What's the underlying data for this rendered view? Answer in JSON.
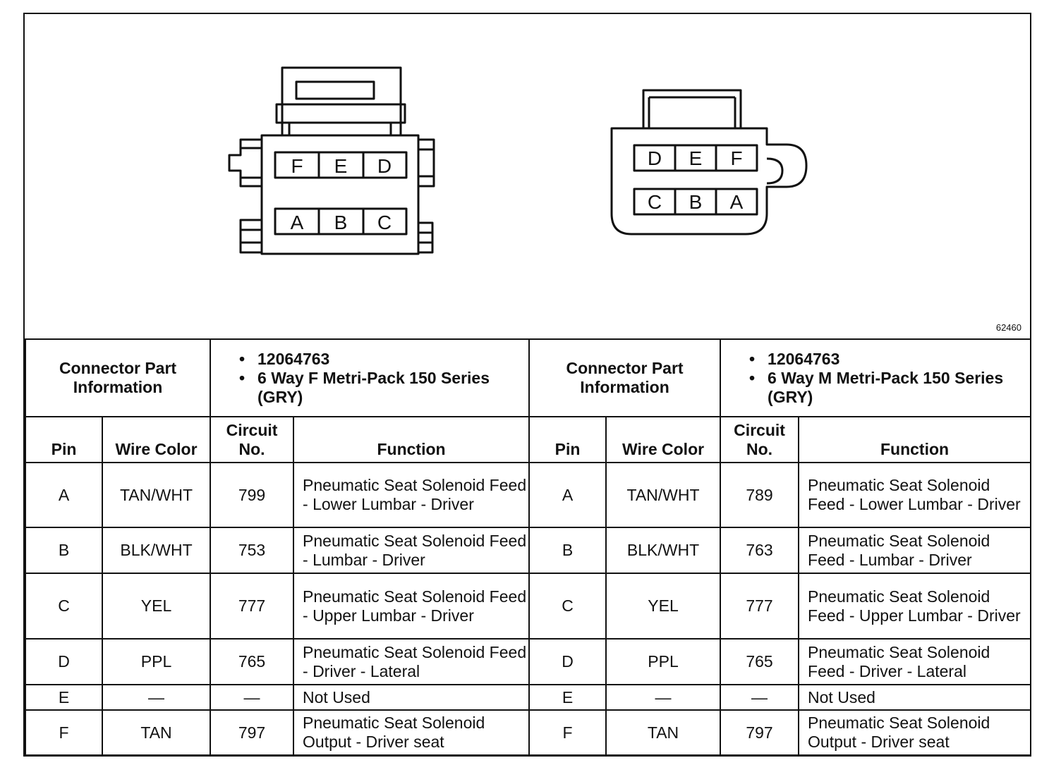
{
  "figure": {
    "figure_id": "62460",
    "female_connector_pins": {
      "top_row": [
        "F",
        "E",
        "D"
      ],
      "bottom_row": [
        "A",
        "B",
        "C"
      ]
    },
    "male_connector_pins": {
      "top_row": [
        "D",
        "E",
        "F"
      ],
      "bottom_row": [
        "C",
        "B",
        "A"
      ]
    }
  },
  "connectors": [
    {
      "info_title": "Connector Part Information",
      "part_number": "12064763",
      "description": "6 Way F Metri-Pack 150 Series (GRY)",
      "headers": {
        "pin": "Pin",
        "wire_color": "Wire Color",
        "circuit": "Circuit No.",
        "function": "Function"
      },
      "rows": [
        {
          "pin": "A",
          "wire_color": "TAN/WHT",
          "circuit": "799",
          "function": "Pneumatic Seat Solenoid Feed - Lower Lumbar - Driver"
        },
        {
          "pin": "B",
          "wire_color": "BLK/WHT",
          "circuit": "753",
          "function": "Pneumatic Seat Solenoid Feed - Lumbar - Driver"
        },
        {
          "pin": "C",
          "wire_color": "YEL",
          "circuit": "777",
          "function": "Pneumatic Seat Solenoid Feed - Upper Lumbar - Driver"
        },
        {
          "pin": "D",
          "wire_color": "PPL",
          "circuit": "765",
          "function": "Pneumatic Seat Solenoid Feed - Driver - Lateral"
        },
        {
          "pin": "E",
          "wire_color": "—",
          "circuit": "—",
          "function": "Not Used"
        },
        {
          "pin": "F",
          "wire_color": "TAN",
          "circuit": "797",
          "function": "Pneumatic Seat Solenoid Output - Driver seat"
        }
      ]
    },
    {
      "info_title": "Connector Part Information",
      "part_number": "12064763",
      "description": "6 Way M Metri-Pack 150 Series (GRY)",
      "headers": {
        "pin": "Pin",
        "wire_color": "Wire Color",
        "circuit": "Circuit No.",
        "function": "Function"
      },
      "rows": [
        {
          "pin": "A",
          "wire_color": "TAN/WHT",
          "circuit": "789",
          "function": "Pneumatic Seat Solenoid Feed - Lower Lumbar - Driver"
        },
        {
          "pin": "B",
          "wire_color": "BLK/WHT",
          "circuit": "763",
          "function": "Pneumatic Seat Solenoid Feed - Lumbar - Driver"
        },
        {
          "pin": "C",
          "wire_color": "YEL",
          "circuit": "777",
          "function": "Pneumatic Seat Solenoid Feed - Upper Lumbar - Driver"
        },
        {
          "pin": "D",
          "wire_color": "PPL",
          "circuit": "765",
          "function": "Pneumatic Seat Solenoid Feed - Driver - Lateral"
        },
        {
          "pin": "E",
          "wire_color": "—",
          "circuit": "—",
          "function": "Not Used"
        },
        {
          "pin": "F",
          "wire_color": "TAN",
          "circuit": "797",
          "function": "Pneumatic Seat Solenoid Output - Driver seat"
        }
      ]
    }
  ]
}
